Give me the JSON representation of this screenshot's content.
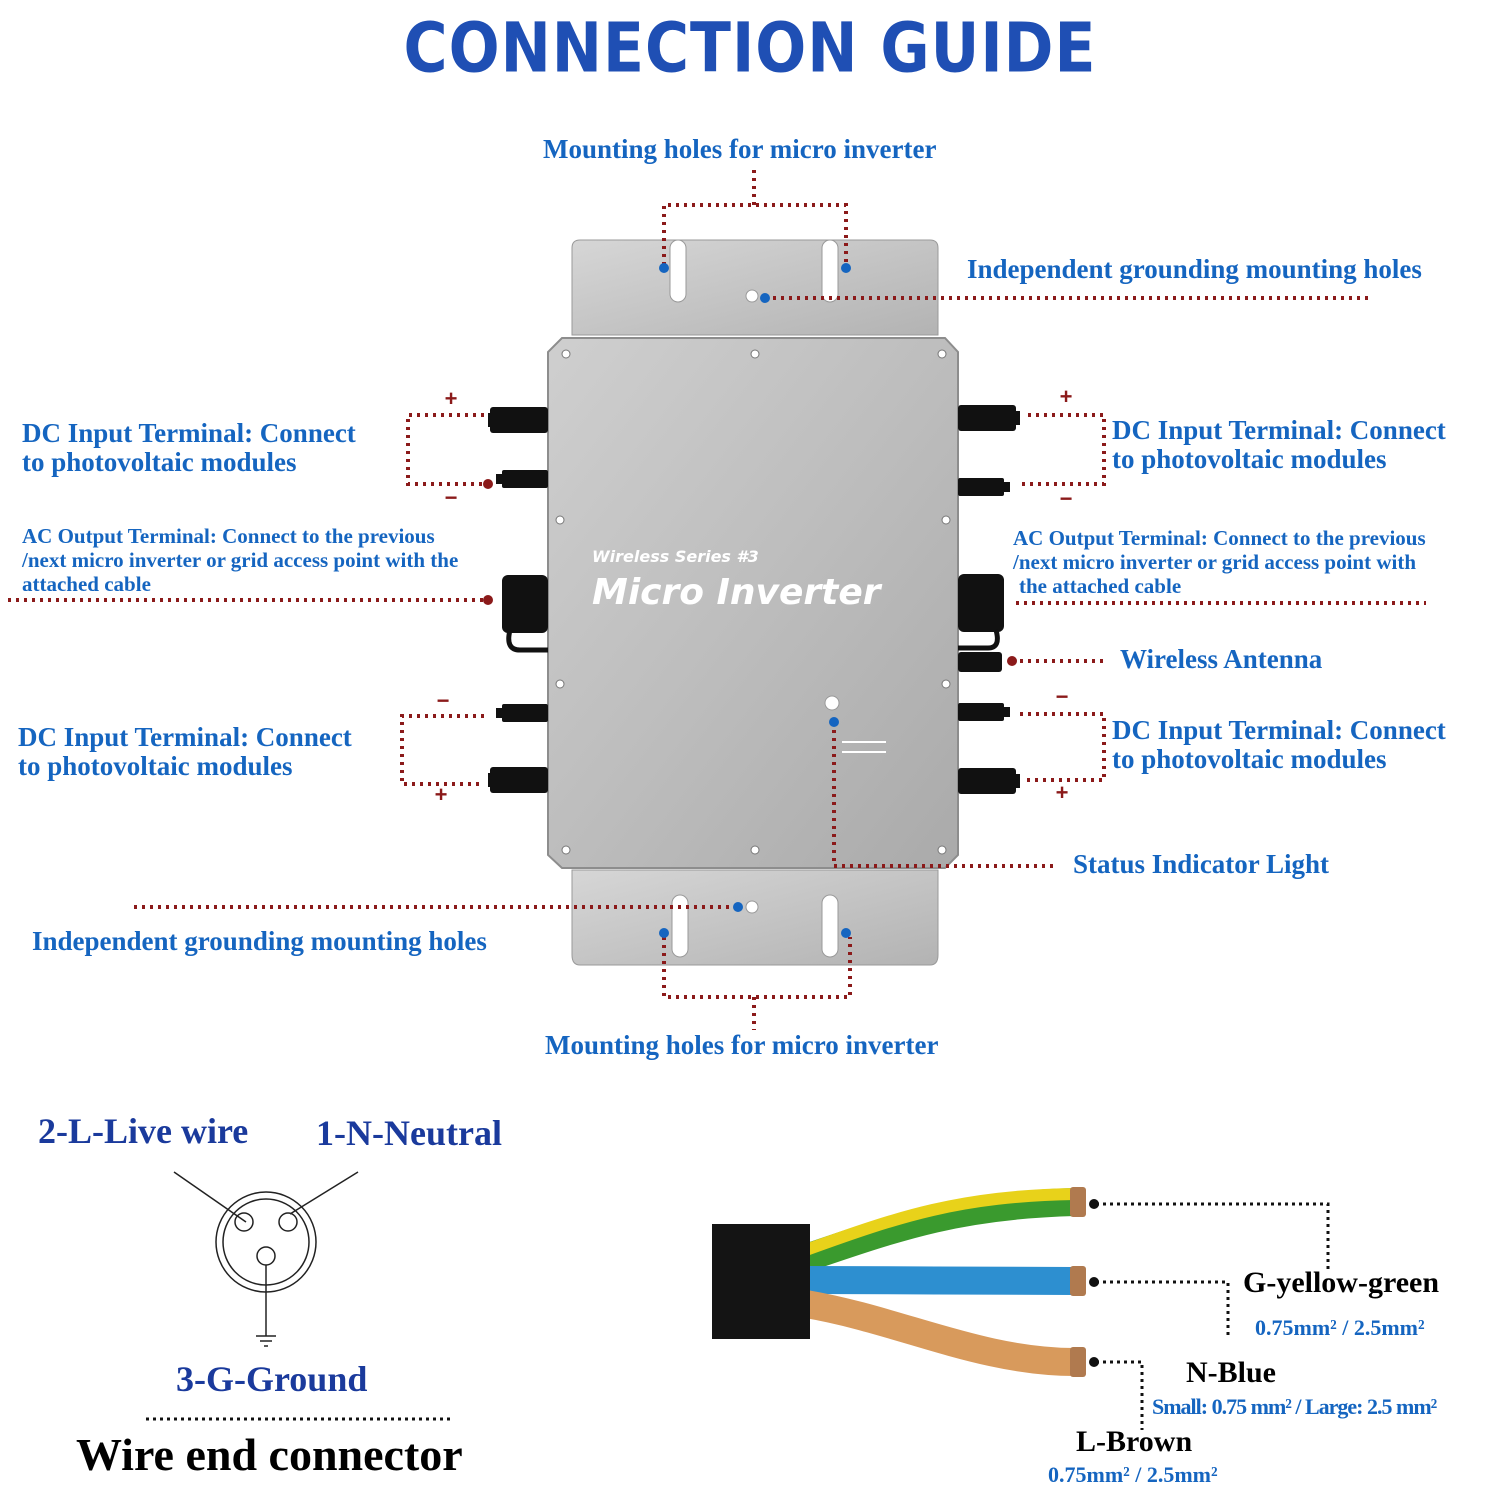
{
  "title": "CONNECTION GUIDE",
  "device": {
    "series": "Wireless Series #3",
    "name": "Micro Inverter"
  },
  "labels": {
    "mount_top": "Mounting holes for micro inverter",
    "ground_top": "Independent grounding mounting holes",
    "dc_tl_1": "DC Input Terminal: Connect",
    "dc_tl_2": "to photovoltaic modules",
    "dc_tr_1": "DC Input Terminal: Connect",
    "dc_tr_2": "to photovoltaic modules",
    "ac_l_1": "AC Output Terminal: Connect to the previous",
    "ac_l_2": "/next micro inverter or grid access point with the",
    "ac_l_3": "attached cable",
    "ac_r_1": "AC Output Terminal: Connect to the previous",
    "ac_r_2": "/next micro inverter or grid access point with",
    "ac_r_3": "the attached cable",
    "antenna": "Wireless Antenna",
    "dc_bl_1": "DC Input Terminal: Connect",
    "dc_bl_2": "to photovoltaic modules",
    "dc_br_1": "DC Input Terminal: Connect",
    "dc_br_2": "to photovoltaic modules",
    "status": "Status Indicator Light",
    "ground_bottom": "Independent grounding mounting holes",
    "mount_bottom": "Mounting holes for micro inverter"
  },
  "polarity": {
    "plus": "+",
    "minus": "−"
  },
  "connector": {
    "live": "2-L-Live wire",
    "neutral": "1-N-Neutral",
    "ground": "3-G-Ground",
    "title": "Wire end connector"
  },
  "wires": {
    "g_label": "G-yellow-green",
    "g_spec": "0.75mm² / 2.5mm²",
    "n_label": "N-Blue",
    "n_spec": "Small: 0.75 mm² / Large: 2.5 mm²",
    "l_label": "L-Brown",
    "l_spec": "0.75mm² / 2.5mm²"
  },
  "colors": {
    "title": "#1f4fb4",
    "label": "#1565c0",
    "leader": "#8b1a1a",
    "housing": "#b9b9b9",
    "wire_green": "#3a9a2e",
    "wire_yellow": "#e8d21a",
    "wire_blue": "#2d8fd0",
    "wire_brown": "#d89a5c"
  }
}
